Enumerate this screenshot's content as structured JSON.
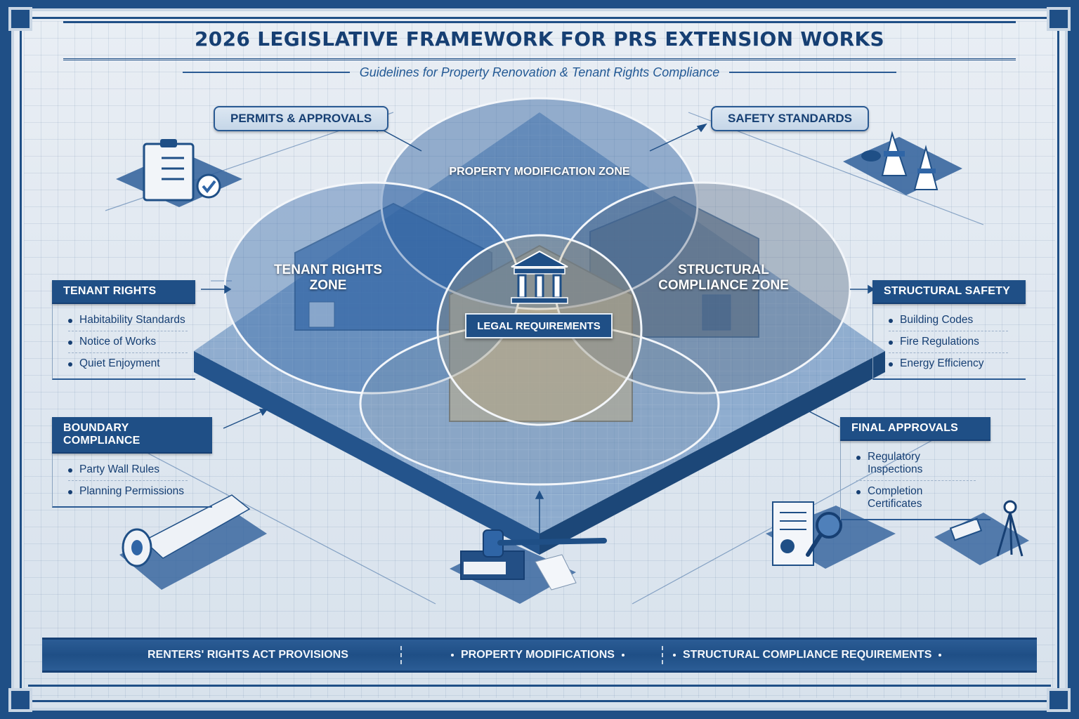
{
  "header": {
    "title": "2026 LEGISLATIVE FRAMEWORK FOR PRS EXTENSION WORKS",
    "subtitle": "Guidelines for Property Renovation & Tenant Rights Compliance"
  },
  "callouts": {
    "permits": {
      "label": "PERMITS & APPROVALS",
      "icon": "clipboard-checklist-icon"
    },
    "safety": {
      "label": "SAFETY STANDARDS",
      "icon": "traffic-cone-icon"
    }
  },
  "venn": {
    "top": "PROPERTY MODIFICATION ZONE",
    "left_line1": "TENANT RIGHTS",
    "left_line2": "ZONE",
    "right_line1": "STRUCTURAL",
    "right_line2": "COMPLIANCE ZONE",
    "center_icon": "courthouse-icon",
    "center_label": "LEGAL REQUIREMENTS",
    "colors": {
      "left": "#2f65a6",
      "top": "#2c5f9e",
      "right": "#5a6f86",
      "center": "#b7a27a"
    }
  },
  "panels": {
    "tenant_rights": {
      "title": "TENANT RIGHTS",
      "items": [
        "Habitability Standards",
        "Notice of Works",
        "Quiet Enjoyment"
      ]
    },
    "boundary_compliance": {
      "title": "BOUNDARY COMPLIANCE",
      "items": [
        "Party Wall Rules",
        "Planning Permissions"
      ]
    },
    "structural_safety": {
      "title": "STRUCTURAL SAFETY",
      "items": [
        "Building Codes",
        "Fire Regulations",
        "Energy Efficiency"
      ]
    },
    "final_approvals": {
      "title": "FINAL APPROVALS",
      "items": [
        "Regulatory Inspections",
        "Completion Certificates"
      ]
    }
  },
  "illustrations": {
    "bottom_left": "blueprint-roll-icon",
    "bottom_center": "gavel-book-icon",
    "bottom_right_a": "certificate-magnifier-icon",
    "bottom_right_b": "surveyor-tripod-icon"
  },
  "footer": {
    "items": [
      "RENTERS' RIGHTS ACT PROVISIONS",
      "PROPERTY MODIFICATIONS",
      "STRUCTURAL COMPLIANCE REQUIREMENTS"
    ]
  },
  "colors": {
    "primary": "#1f4f86",
    "dark": "#163f73",
    "paper": "#e3eaf2",
    "accent": "#b7a27a"
  }
}
